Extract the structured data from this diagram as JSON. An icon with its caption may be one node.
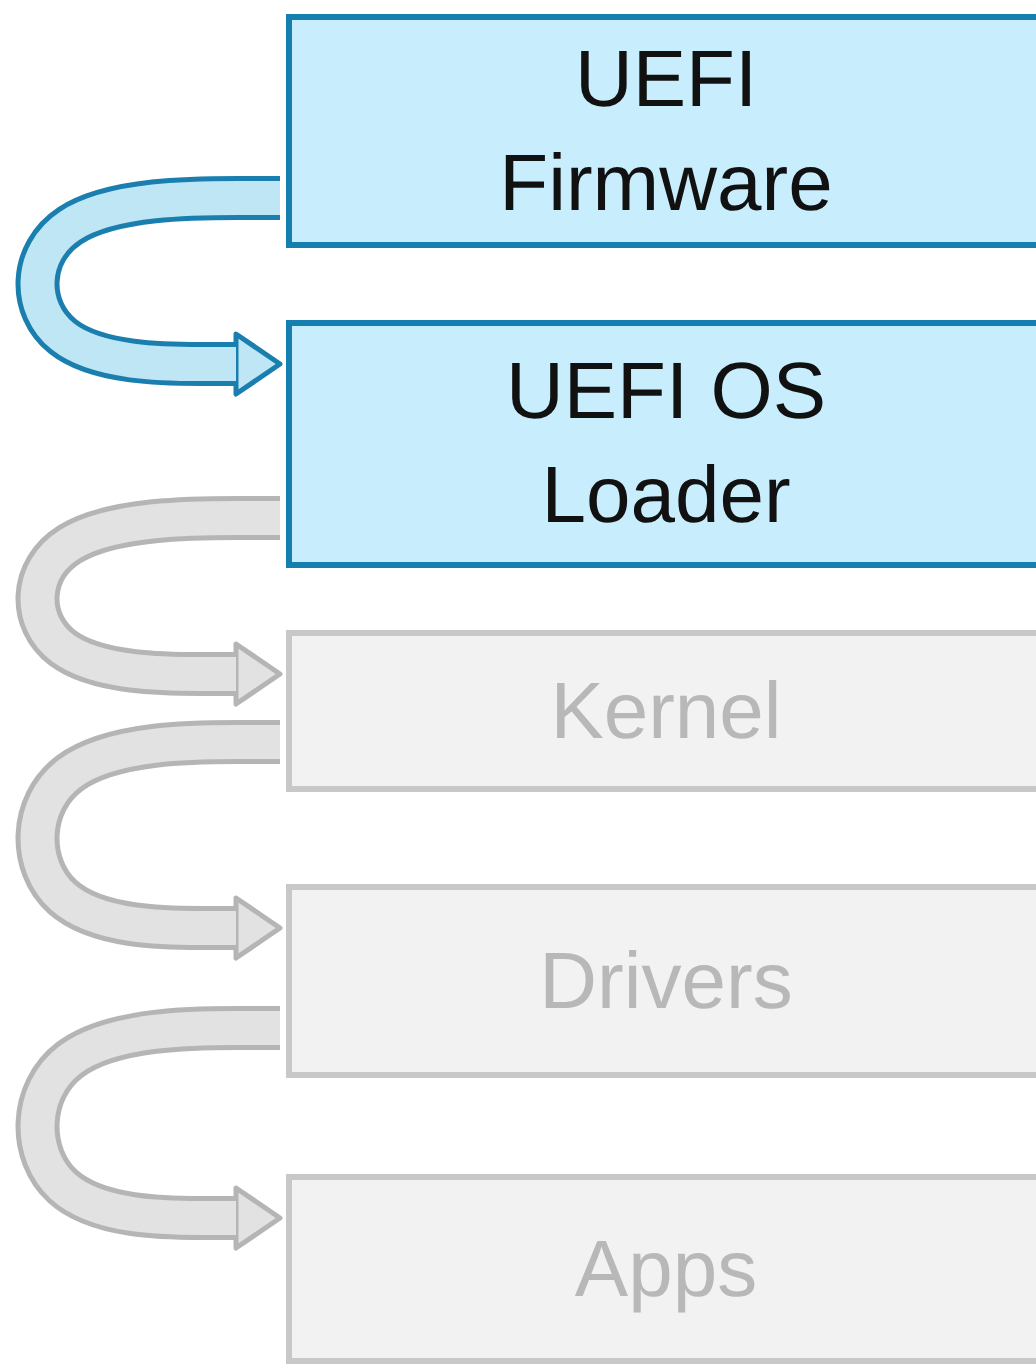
{
  "diagram": {
    "nodes": [
      {
        "text": [
          "UEFI Firmware"
        ]
      },
      {
        "text": [
          "UEFI OS Loader"
        ]
      },
      {
        "text": [
          "Kernel"
        ]
      },
      {
        "text": [
          "Drivers"
        ]
      },
      {
        "text": [
          "Apps"
        ]
      }
    ],
    "edges": [
      {
        "from": 0,
        "to": 1,
        "arrow": "to",
        "color": "#1a7fae"
      },
      {
        "from": 1,
        "to": 2,
        "arrow": "to"
      },
      {
        "from": 2,
        "to": 3,
        "arrow": "to"
      },
      {
        "from": 3,
        "to": 4,
        "arrow": "to"
      }
    ]
  }
}
